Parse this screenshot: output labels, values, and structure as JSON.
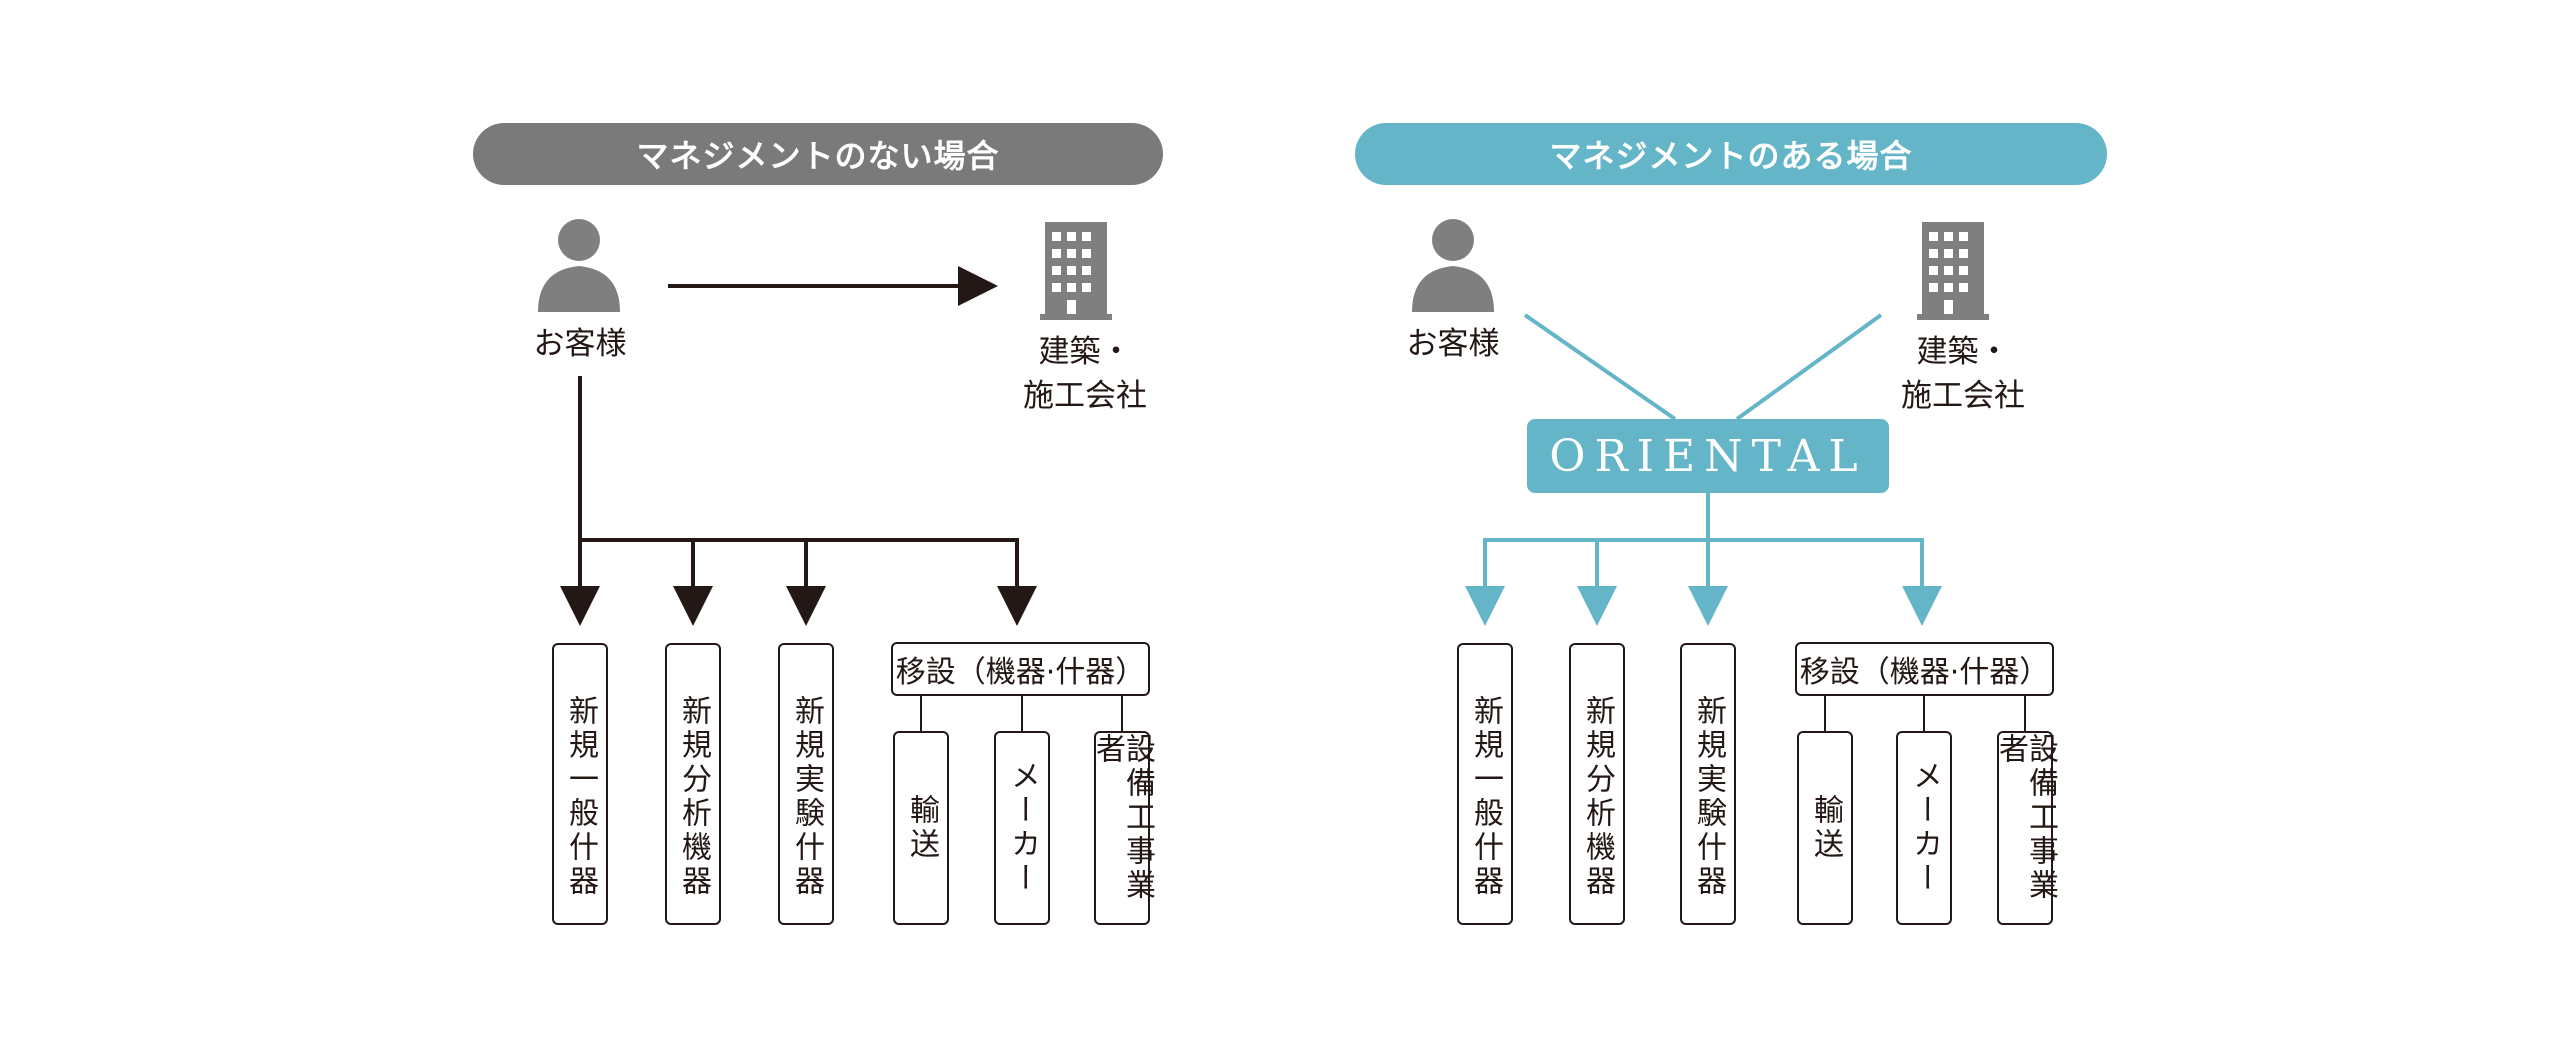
{
  "left": {
    "title": "マネジメントのない場合",
    "customer": "お客様",
    "builder_line1": "建築・",
    "builder_line2": "施工会社",
    "boxes": [
      "新規一般什器",
      "新規分析機器",
      "新規実験什器"
    ],
    "relocation": "移設（機器·什器）",
    "sub_boxes": [
      "輸送",
      "メーカー",
      "設備工事業者"
    ]
  },
  "right": {
    "title": "マネジメントのある場合",
    "customer": "お客様",
    "builder_line1": "建築・",
    "builder_line2": "施工会社",
    "brand": "ORIENTAL",
    "boxes": [
      "新規一般什器",
      "新規分析機器",
      "新規実験什器"
    ],
    "relocation": "移設（機器·什器）",
    "sub_boxes": [
      "輸送",
      "メーカー",
      "設備工事業者"
    ]
  },
  "colors": {
    "dark": "#231815",
    "gray": "#7a7a7a",
    "teal": "#65b5c8",
    "icon": "#7f7f7f"
  },
  "icons": [
    "person-icon",
    "building-icon"
  ]
}
